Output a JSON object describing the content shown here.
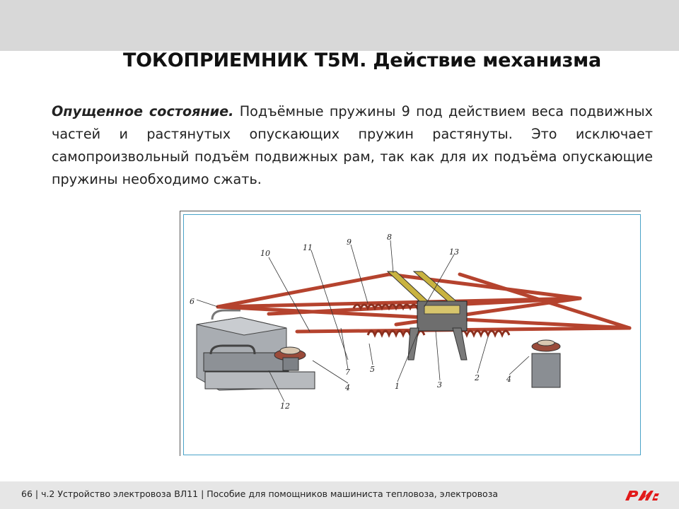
{
  "title": "ТОКОПРИЕМНИК  Т5М. Действие механизма",
  "body": {
    "lead": "Опущенное состояние.",
    "text": "  Подъёмные пружины 9 под действием веса подвижных частей и растянутых опускающих пружин растянуты. Это исключает самопроизвольный подъём подвижных рам, так как для их подъёма опускающие пружины необходимо сжать."
  },
  "figure": {
    "callouts": [
      "6",
      "10",
      "11",
      "9",
      "8",
      "13",
      "7",
      "5",
      "4",
      "12",
      "1",
      "3",
      "2",
      "4"
    ]
  },
  "footer": {
    "text": "66 | ч.2 Устройство электровоза ВЛ11 | Пособие для помощников машиниста тепловоза, электровоза"
  },
  "colors": {
    "frame_red": "#b5432e",
    "accent_logo": "#e21a1a",
    "band": "#d8d8d8"
  }
}
